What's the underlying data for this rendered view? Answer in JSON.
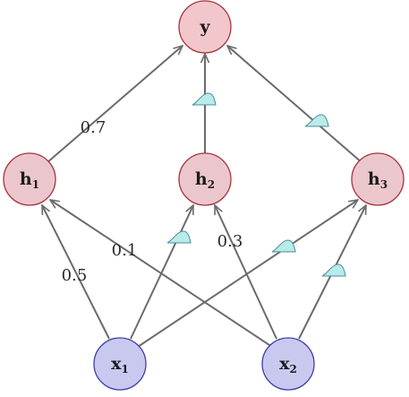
{
  "nodes": {
    "y": {
      "label": "y",
      "sub": ""
    },
    "h1": {
      "label": "h",
      "sub": "1"
    },
    "h2": {
      "label": "h",
      "sub": "2"
    },
    "h3": {
      "label": "h",
      "sub": "3"
    },
    "x1": {
      "label": "x",
      "sub": "1"
    },
    "x2": {
      "label": "x",
      "sub": "2"
    }
  },
  "edge_labels": {
    "h1_y": "0.7",
    "x1_h1": "0.5",
    "x2_h1": "0.1",
    "x2_h2": "0.3"
  },
  "colors": {
    "output_fill": "#f2c7cc",
    "output_stroke": "#a8323c",
    "hidden_fill": "#ebc7cd",
    "hidden_stroke": "#a8323c",
    "input_fill": "#c9c9f0",
    "input_stroke": "#4040a8",
    "edge": "#6b6b6b",
    "distribution_fill": "#b8ebe9",
    "distribution_stroke": "#4a8f95"
  },
  "icons": {
    "distribution": "half-gaussian-icon"
  }
}
